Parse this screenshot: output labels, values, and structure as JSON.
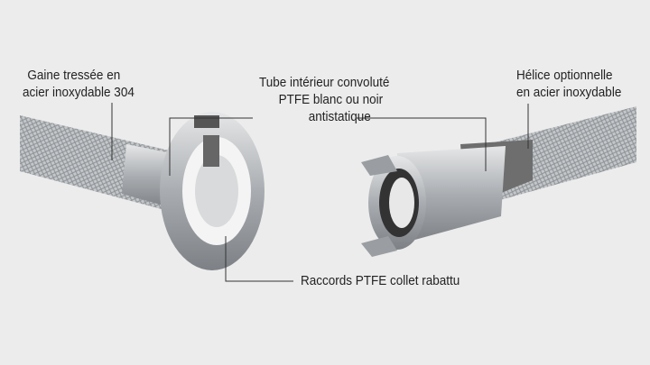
{
  "labels": {
    "braid": [
      "Gaine tressée en",
      "acier inoxydable 304"
    ],
    "tube": [
      "Tube intérieur convoluté",
      "PTFE blanc ou noir",
      "antistatique"
    ],
    "helix": [
      "Hélice optionnelle",
      "en acier inoxydable"
    ],
    "fittings": "Raccords PTFE collet rabattu"
  },
  "colors": {
    "background": "#ececec",
    "steel": "#b9bcbf",
    "ptfe": "#f4f4f4",
    "line": "#333333"
  }
}
